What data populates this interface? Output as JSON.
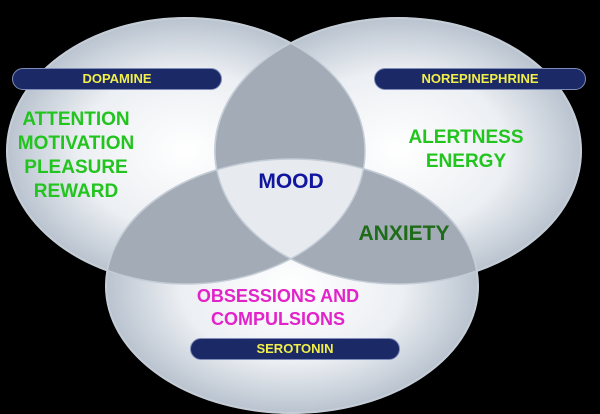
{
  "colors": {
    "background": "#000000",
    "tag_fill": "#1b2a66",
    "tag_text": "#f2ee4a",
    "green_text": "#22c41e",
    "dark_green_text": "#1f6b1a",
    "mood_text": "#12169e",
    "magenta_text": "#e223c9"
  },
  "circles": {
    "dopamine": {
      "tag": "DOPAMINE",
      "lines": [
        "ATTENTION",
        "MOTIVATION",
        "PLEASURE",
        "REWARD"
      ]
    },
    "norepinephrine": {
      "tag": "NOREPINEPHRINE",
      "lines": [
        "ALERTNESS",
        "ENERGY"
      ]
    },
    "serotonin": {
      "tag": "SEROTONIN",
      "lines": [
        "OBSESSIONS AND",
        "COMPULSIONS"
      ]
    }
  },
  "overlaps": {
    "center": "MOOD",
    "norepinephrine_serotonin": "ANXIETY"
  }
}
